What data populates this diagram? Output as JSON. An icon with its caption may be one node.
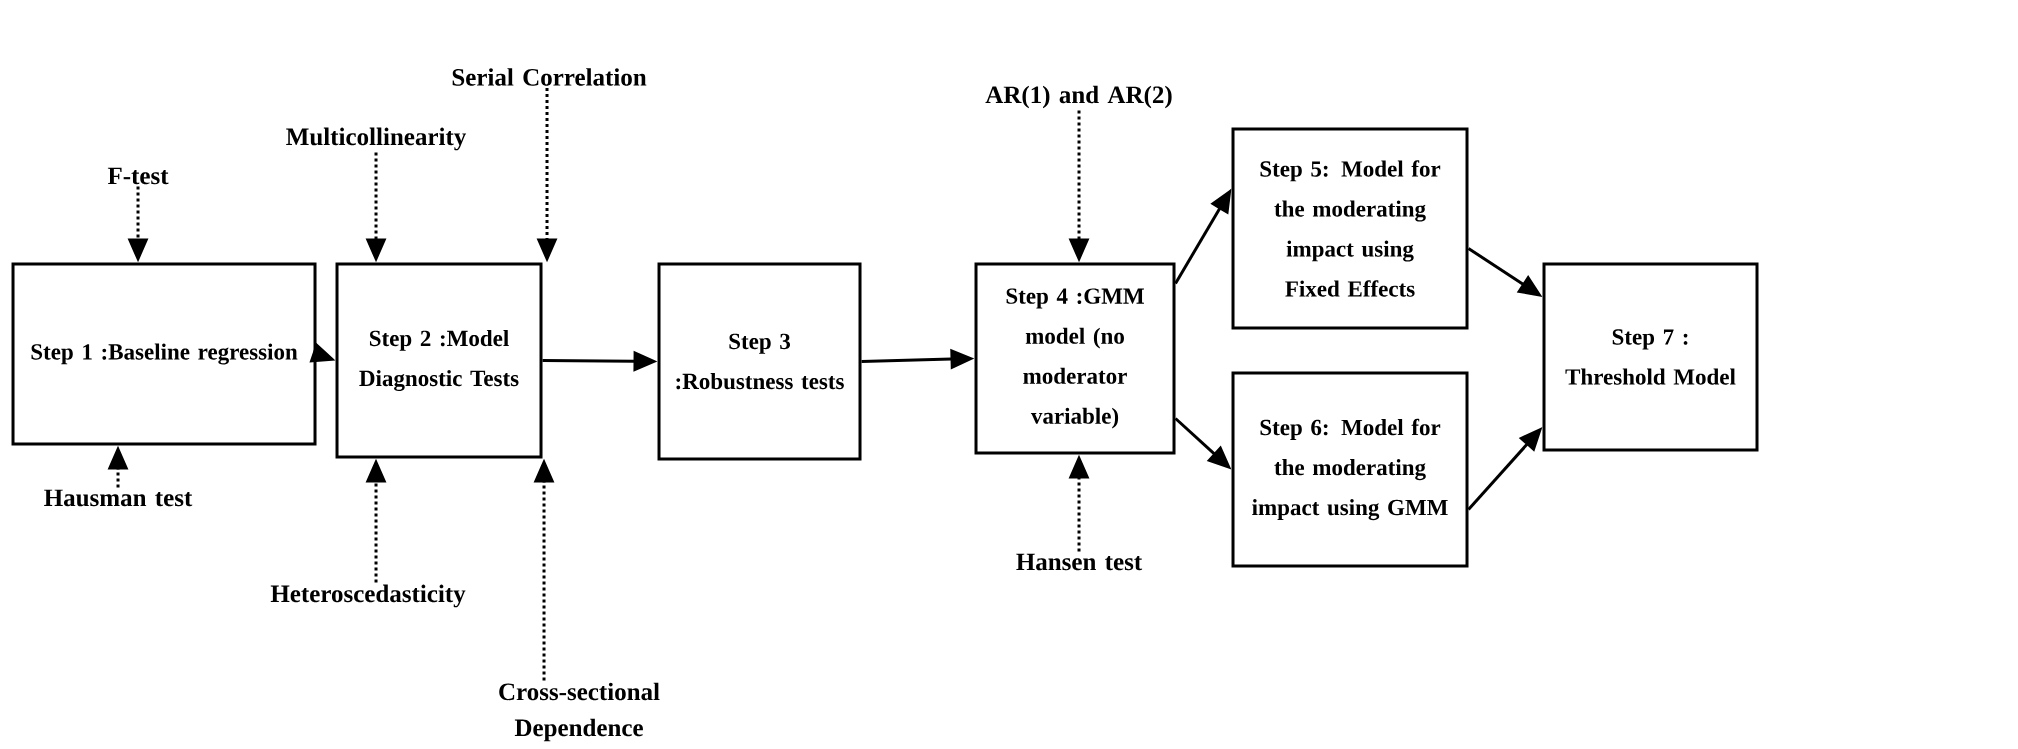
{
  "diagram": {
    "nodes": [
      {
        "text": [
          "Step 1 :Baseline regression"
        ]
      },
      {
        "text": [
          "Step 2 :Model Diagnostic Tests"
        ]
      },
      {
        "text": [
          "Step 3 :Robustness tests"
        ]
      },
      {
        "text": [
          "Step 4 :GMM model (no moderator variable)"
        ]
      },
      {
        "text": [
          "Step 5: Model for the moderating impact using Fixed Effects"
        ]
      },
      {
        "text": [
          "Step 6: Model for the moderating impact using GMM"
        ]
      },
      {
        "text": [
          "Step 7 : Threshold Model"
        ]
      },
      {
        "text": [
          "F-test"
        ]
      },
      {
        "text": [
          "Hausman test"
        ]
      },
      {
        "text": [
          "Multicollinearity"
        ]
      },
      {
        "text": [
          "Serial Correlation"
        ]
      },
      {
        "text": [
          "Heteroscedasticity"
        ]
      },
      {
        "text": [
          "Cross-sectional Dependence"
        ]
      },
      {
        "text": [
          "AR(1) and AR(2)"
        ]
      },
      {
        "text": [
          "Hansen test"
        ]
      }
    ],
    "edges": [
      {
        "from": 0,
        "to": 1,
        "arrow": "to"
      },
      {
        "from": 1,
        "to": 2,
        "arrow": "to"
      },
      {
        "from": 2,
        "to": 3,
        "arrow": "to"
      },
      {
        "from": 3,
        "to": 4,
        "arrow": "to"
      },
      {
        "from": 3,
        "to": 5,
        "arrow": "to"
      },
      {
        "from": 4,
        "to": 6,
        "arrow": "to"
      },
      {
        "from": 5,
        "to": 6,
        "arrow": "to"
      },
      {
        "from": 7,
        "to": 0,
        "arrow": "to",
        "style": "dashed"
      },
      {
        "from": 8,
        "to": 0,
        "arrow": "to",
        "style": "dashed"
      },
      {
        "from": 9,
        "to": 1,
        "arrow": "to",
        "style": "dashed"
      },
      {
        "from": 10,
        "to": 1,
        "arrow": "to",
        "style": "dashed"
      },
      {
        "from": 11,
        "to": 1,
        "arrow": "to",
        "style": "dashed"
      },
      {
        "from": 12,
        "to": 1,
        "arrow": "to",
        "style": "dashed"
      },
      {
        "from": 13,
        "to": 3,
        "arrow": "to",
        "style": "dashed"
      },
      {
        "from": 14,
        "to": 3,
        "arrow": "to",
        "style": "dashed"
      }
    ]
  }
}
